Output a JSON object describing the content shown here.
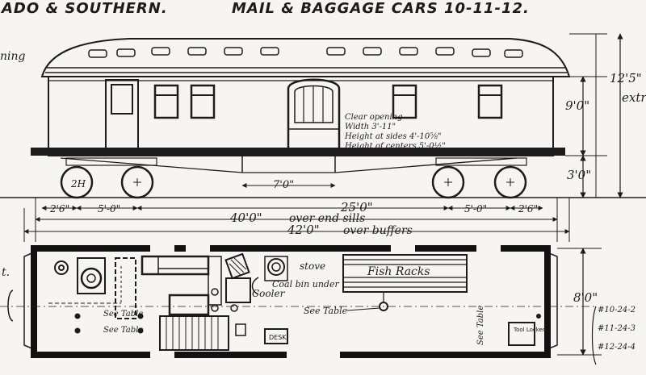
{
  "header": {
    "railroad": "ADO & SOUTHERN.",
    "title": "MAIL & BAGGAGE CARS 10-11-12."
  },
  "side_elevation": {
    "left_cut_text": "ning",
    "door_note": [
      "Clear opening",
      "Width 3'-11\"",
      "Height at sides 4'-10⅝\"",
      "Height of centers 5'-0½\""
    ],
    "dims": {
      "overall_height": "12'5\"",
      "extreme": "extre",
      "body_height": "9'0\"",
      "floor_height": "3'0\"",
      "truss_span": "7'0\"",
      "truck_wheelbase_left": "5'-0\"",
      "truck_wheelbase_right": "5'-0\"",
      "end_left": "2'6\"",
      "end_right": "2'6\"",
      "truck_centers": "25'0\"",
      "over_end_sills_value": "40'0\"",
      "over_end_sills_text": "over end sills",
      "over_buffers_value": "42'0\"",
      "over_buffers_text": "over buffers",
      "wheel_mark": "2H"
    }
  },
  "floor_plan": {
    "left_cut_text": "t.",
    "labels": {
      "stove": "stove",
      "coal_bin": "Coal bin under",
      "cooler": "Cooler",
      "fish_racks": "Fish Racks",
      "see_table_1": "See Table",
      "see_table_2": "See Table",
      "see_table_3": "See Table",
      "see_table_4": "See Table",
      "desk": "DESK",
      "tool_lockers": "Tool Lockers"
    },
    "width_dim": "8'0\"",
    "car_numbers": [
      "#10-24-2",
      "#11-24-3",
      "#12-24-4"
    ]
  },
  "colors": {
    "ink": "#1c1c1c",
    "paper": "#f6f5f1"
  }
}
